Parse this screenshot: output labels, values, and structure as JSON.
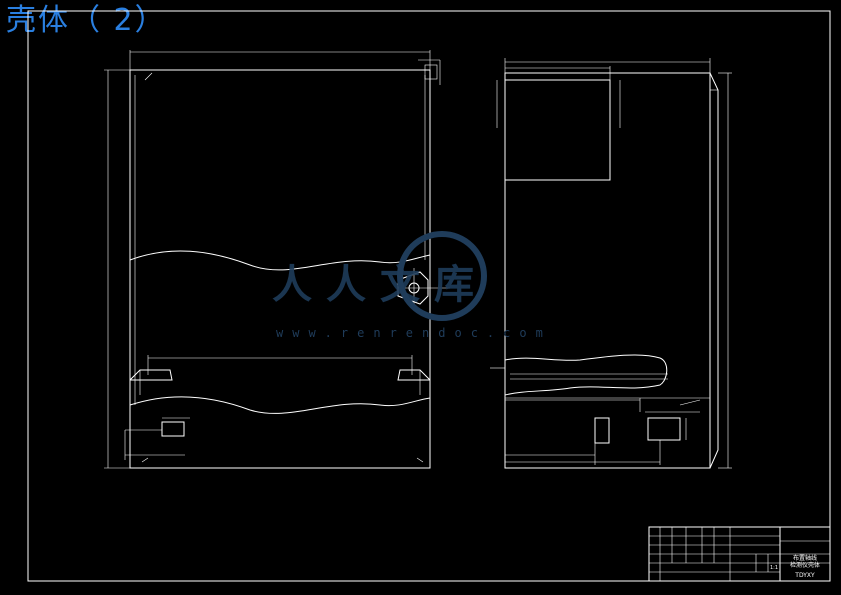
{
  "title": "壳体（ 2）",
  "watermark": {
    "brand": "人人文库",
    "url": "www.renrendoc.com"
  },
  "title_block": {
    "drawing_name_line1": "布置轴线",
    "drawing_name_line2": "检测仪壳体",
    "drawing_code": "TDYXY",
    "scale": "1:1"
  },
  "colors": {
    "title": "#2a7fe0",
    "lines": "#ffffff",
    "background": "#000000",
    "watermark": "#1f3c5a"
  }
}
